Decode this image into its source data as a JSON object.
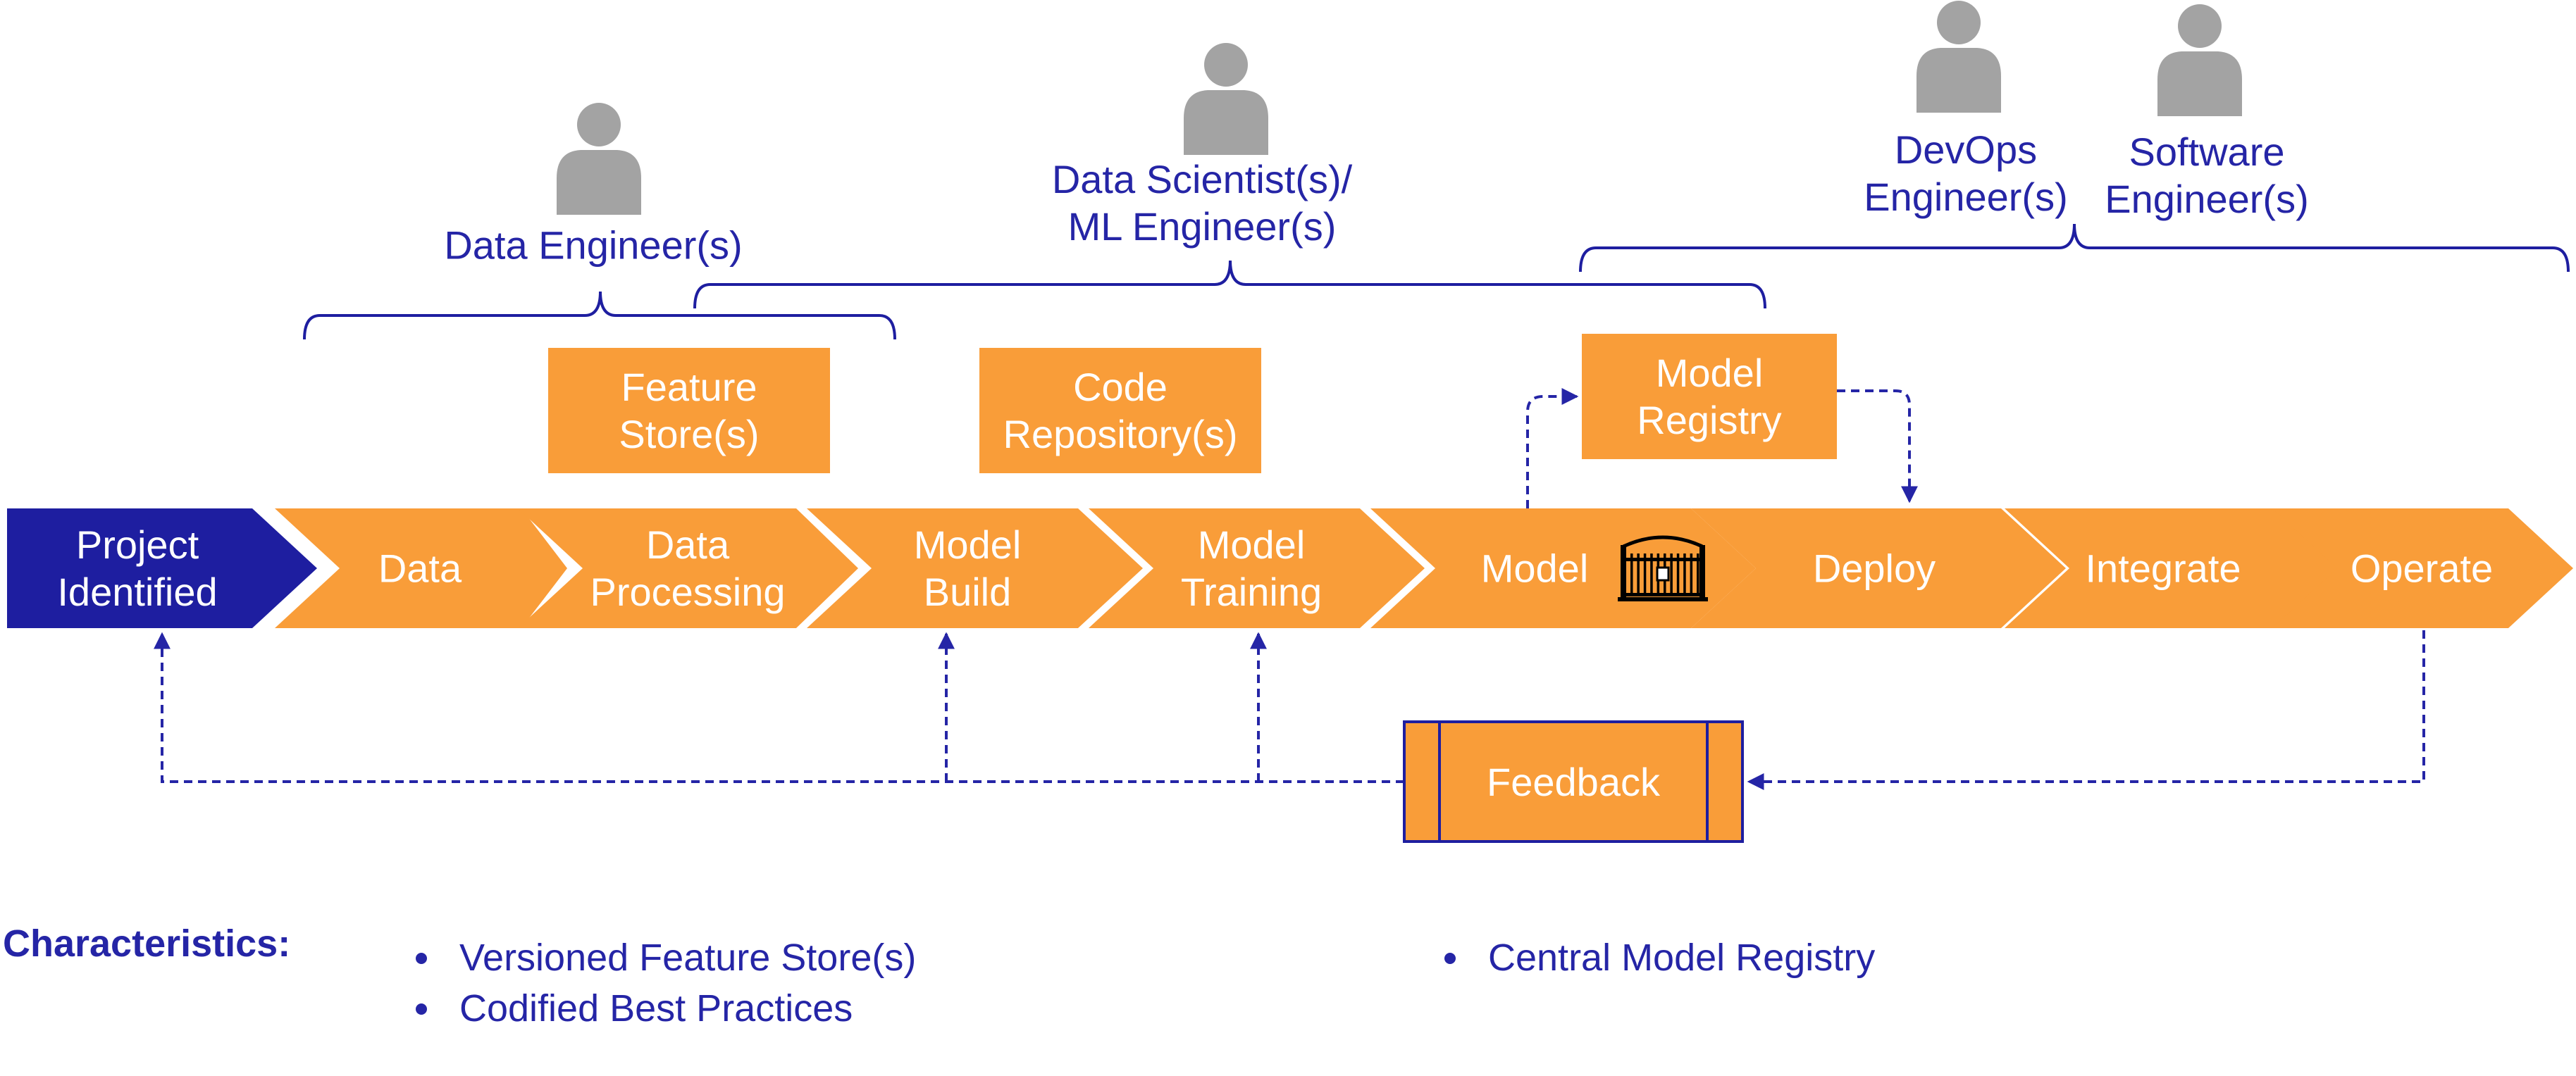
{
  "colors": {
    "orange": "#F99D39",
    "navy": "#1E1EA0",
    "blue_text": "#2525A6",
    "person_gray": "#A3A3A3",
    "white": "#FFFFFF"
  },
  "roles": [
    {
      "id": "data-engineer",
      "lines": [
        "Data Engineer(s)"
      ]
    },
    {
      "id": "data-scientist",
      "lines": [
        "Data Scientist(s)/",
        "ML Engineer(s)"
      ]
    },
    {
      "id": "devops-engineer",
      "lines": [
        "DevOps",
        "Engineer(s)"
      ]
    },
    {
      "id": "software-engineer",
      "lines": [
        "Software",
        "Engineer(s)"
      ]
    }
  ],
  "tools": [
    {
      "id": "feature-store",
      "lines": [
        "Feature",
        "Store(s)"
      ]
    },
    {
      "id": "code-repository",
      "lines": [
        "Code",
        "Repository(s)"
      ]
    },
    {
      "id": "model-registry",
      "lines": [
        "Model",
        "Registry"
      ]
    }
  ],
  "pipeline": [
    {
      "id": "project-identified",
      "lines": [
        "Project",
        "Identified"
      ],
      "highlight": true
    },
    {
      "id": "data",
      "lines": [
        "Data"
      ]
    },
    {
      "id": "data-processing",
      "lines": [
        "Data",
        "Processing"
      ]
    },
    {
      "id": "model-build",
      "lines": [
        "Model",
        "Build"
      ]
    },
    {
      "id": "model-training",
      "lines": [
        "Model",
        "Training"
      ]
    },
    {
      "id": "model",
      "lines": [
        "Model"
      ],
      "icon": "gate-icon"
    },
    {
      "id": "deploy",
      "lines": [
        "Deploy"
      ]
    },
    {
      "id": "integrate",
      "lines": [
        "Integrate"
      ]
    },
    {
      "id": "operate",
      "lines": [
        "Operate"
      ]
    }
  ],
  "feedback": {
    "label": "Feedback"
  },
  "characteristics": {
    "heading": "Characteristics:",
    "items_col1": [
      "Versioned Feature Store(s)",
      "Codified Best Practices"
    ],
    "items_col2": [
      "Central Model Registry"
    ]
  }
}
